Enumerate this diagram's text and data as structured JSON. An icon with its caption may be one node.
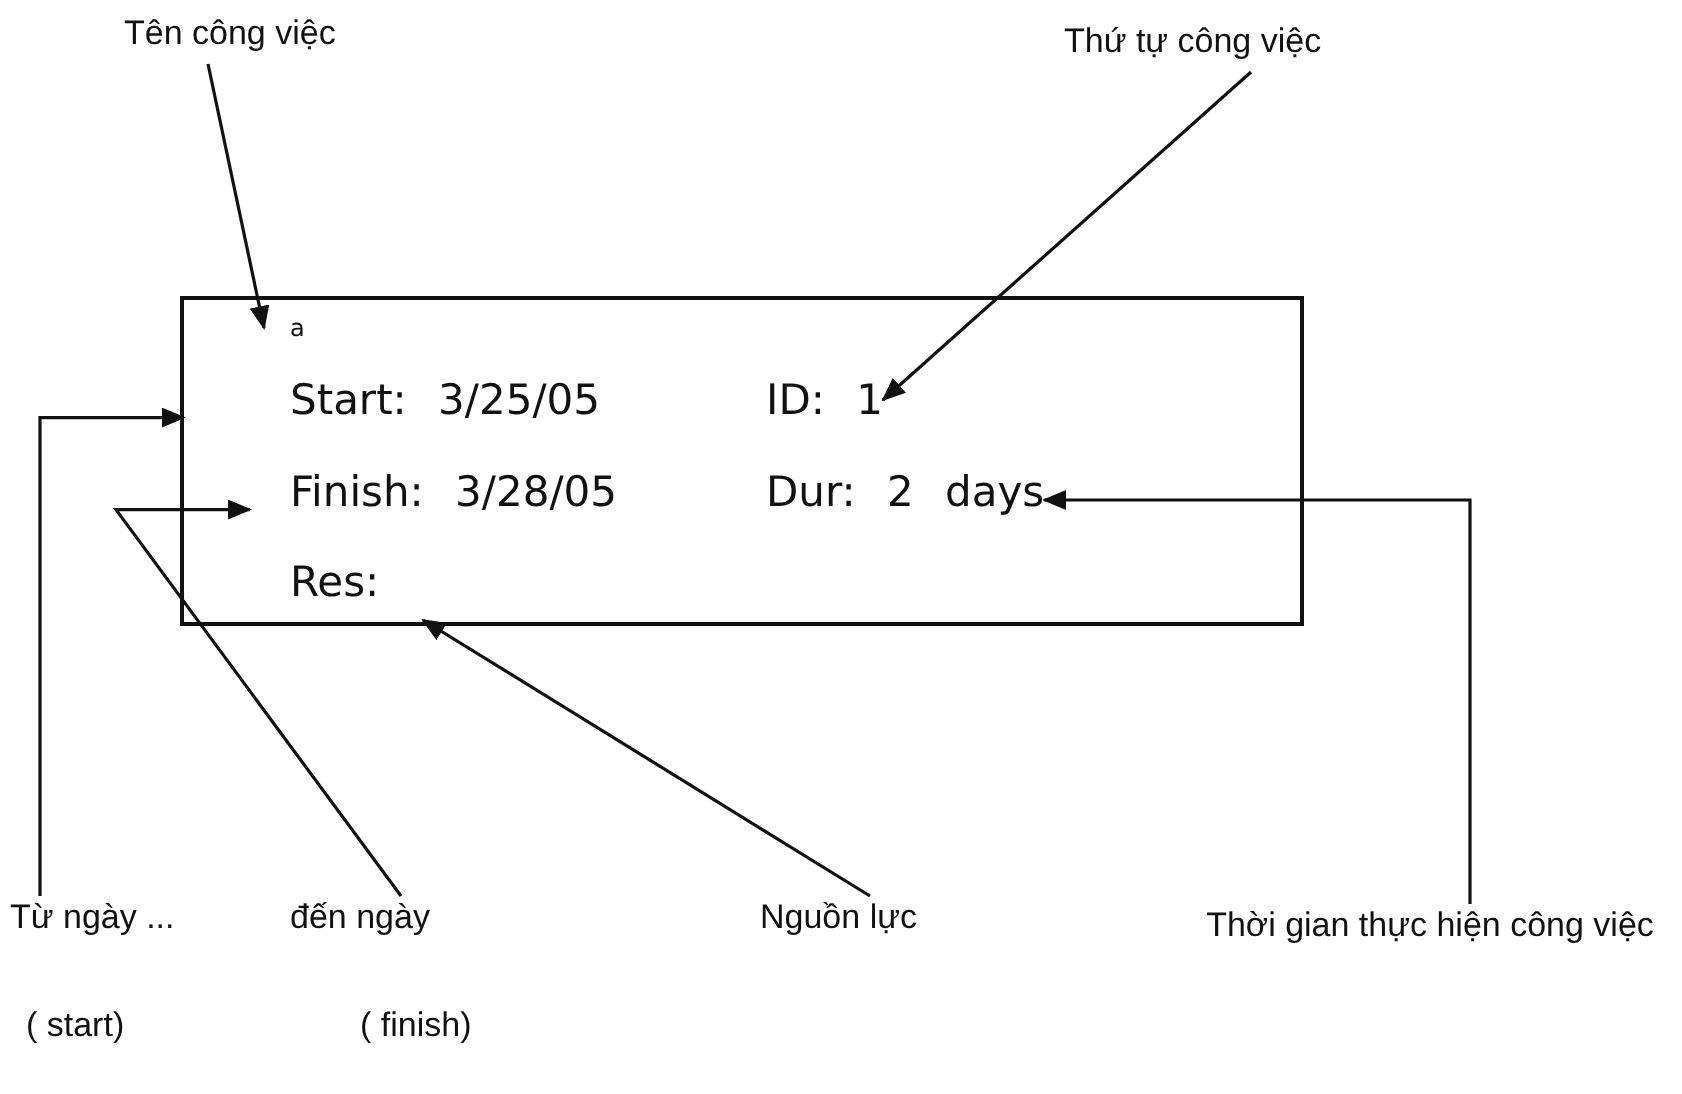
{
  "diagram": {
    "nodes": [
      {
        "text": [],
        "shape": "box"
      },
      {
        "text": [
          "a"
        ],
        "in": 0
      },
      {
        "text": [
          "Start: 3/25/05"
        ],
        "in": 0
      },
      {
        "text": [
          "ID: 1"
        ],
        "in": 0
      },
      {
        "text": [
          "Finish: 3/28/05"
        ],
        "in": 0
      },
      {
        "text": [
          "Dur: 2 days"
        ],
        "in": 0
      },
      {
        "text": [
          "Res:"
        ],
        "in": 0
      },
      {
        "text": [
          "Tên công việc"
        ]
      },
      {
        "text": [
          "Thứ tự công việc"
        ]
      },
      {
        "text": [
          "Từ ngày ...",
          "( start)"
        ]
      },
      {
        "text": [
          "đến ngày",
          "( finish)"
        ]
      },
      {
        "text": [
          "Nguồn lực"
        ]
      },
      {
        "text": [
          "Thời gian thực hiện công việc"
        ]
      }
    ],
    "edges": [
      {
        "from": 7,
        "to": 1,
        "arrow": "to"
      },
      {
        "from": 8,
        "to": 3,
        "arrow": "to"
      },
      {
        "from": 9,
        "to": 2,
        "arrow": "to"
      },
      {
        "from": 10,
        "to": 4,
        "arrow": "to"
      },
      {
        "from": 11,
        "to": 6,
        "arrow": "to"
      },
      {
        "from": 12,
        "to": 5,
        "arrow": "to"
      }
    ]
  }
}
